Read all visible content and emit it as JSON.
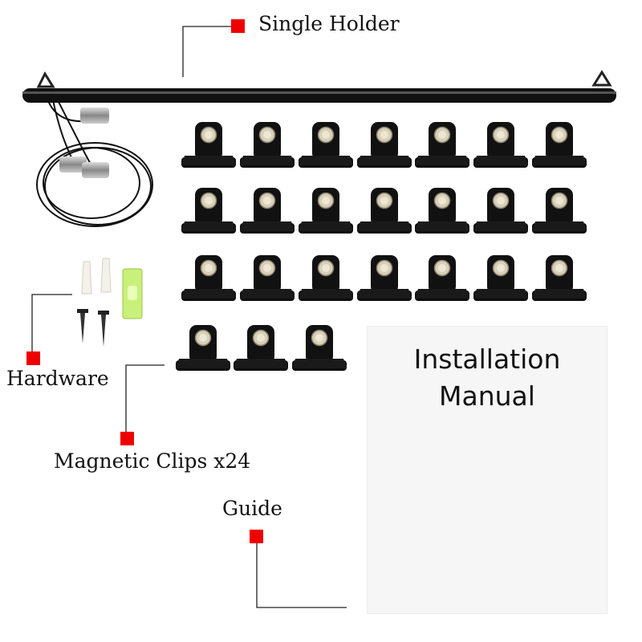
{
  "labels": {
    "holder": "Single Holder",
    "hardware": "Hardware",
    "clips": "Magnetic Clips x24",
    "guide": "Guide"
  },
  "manual": {
    "line1": "Installation",
    "line2": "Manual"
  },
  "clip_count": 24,
  "colors": {
    "marker": "#ee0000",
    "rod": "#111111",
    "clip": "#0d0d0d",
    "magnet": "#d8cfb8",
    "level": "#c8f07a"
  },
  "icons": [
    "clip-icon",
    "rod-icon",
    "cable-icon",
    "screw-icon",
    "anchor-icon",
    "level-icon"
  ]
}
